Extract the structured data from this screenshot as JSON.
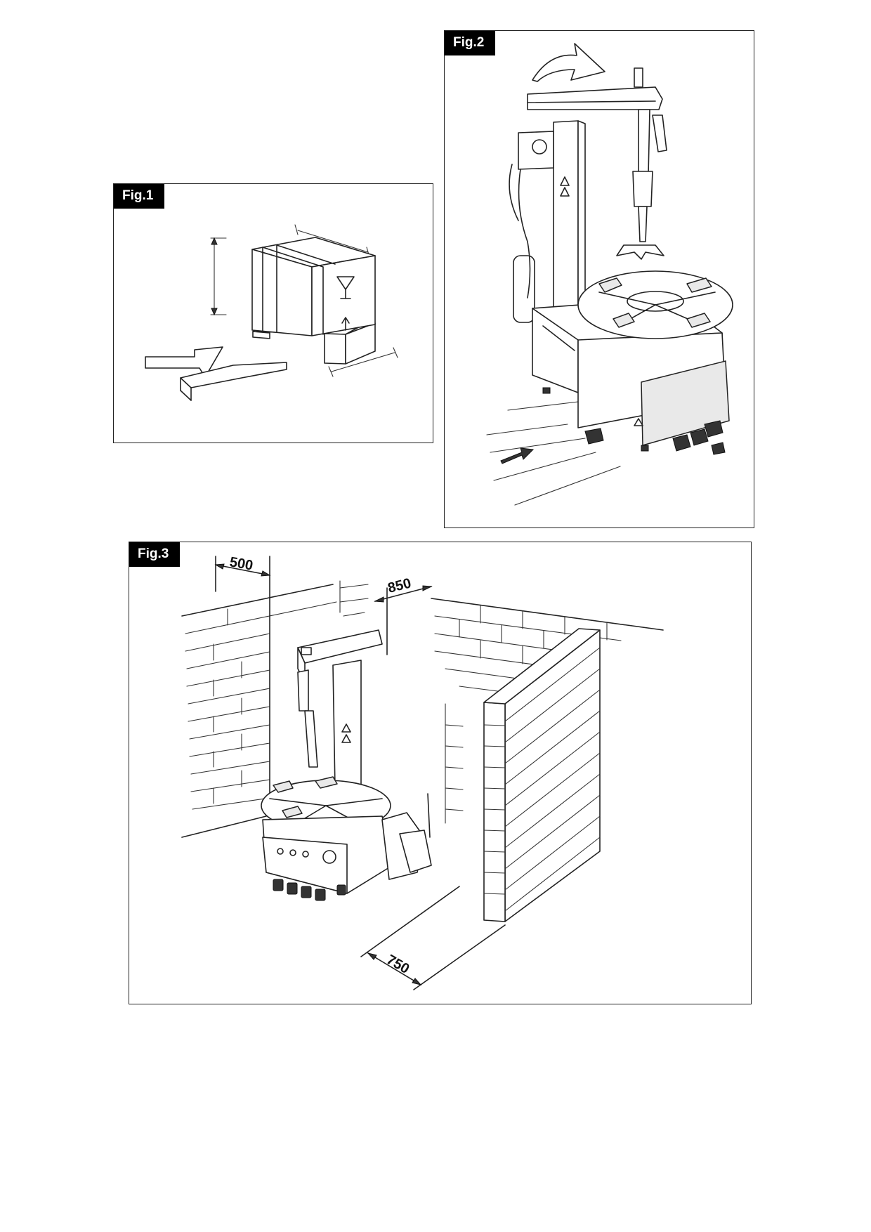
{
  "figures": {
    "fig1": {
      "label": "Fig.1"
    },
    "fig2": {
      "label": "Fig.2"
    },
    "fig3": {
      "label": "Fig.3",
      "dimensions": {
        "left_wall": "500",
        "rear_wall": "850",
        "front": "750"
      }
    }
  }
}
